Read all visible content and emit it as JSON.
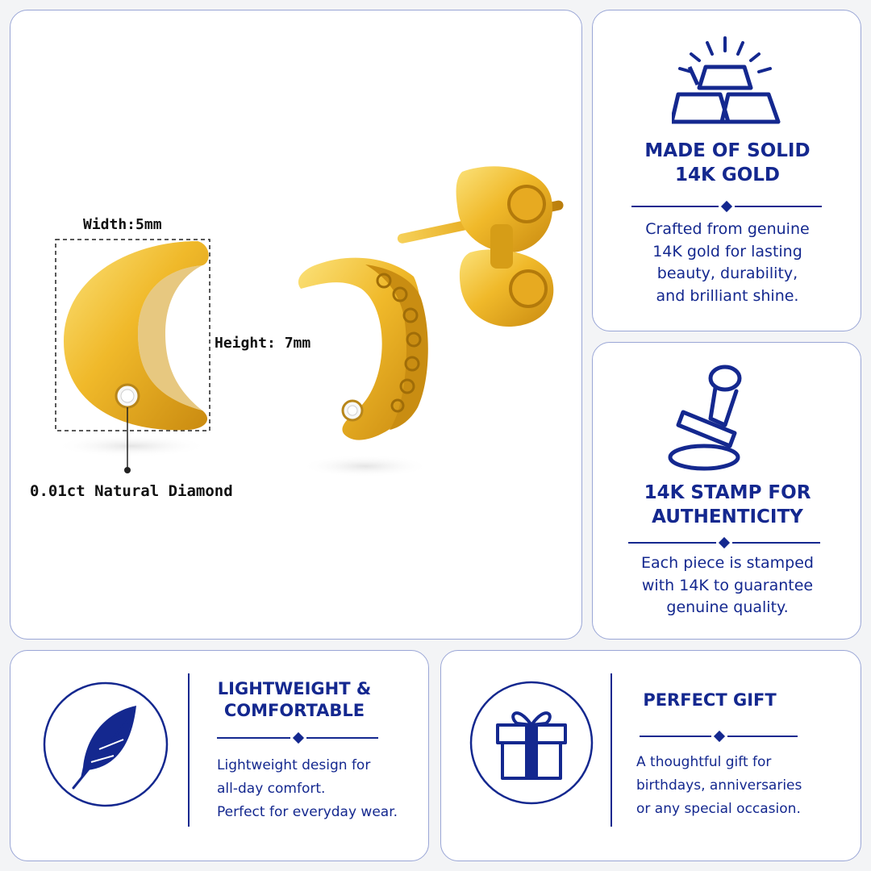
{
  "colors": {
    "navy": "#14288f",
    "gold": "#e2a91f",
    "border": "#9aa6d6"
  },
  "product": {
    "width_label": "Width:5mm",
    "height_label": "Height: 7mm",
    "diamond_label": "0.01ct Natural Diamond"
  },
  "features": {
    "gold": {
      "icon": "gold-bars-icon",
      "title_line1": "MADE OF SOLID",
      "title_line2": "14K GOLD",
      "desc_lines": [
        "Crafted from genuine",
        "14K gold for lasting",
        "beauty, durability,",
        "and brilliant shine."
      ]
    },
    "stamp": {
      "icon": "stamp-icon",
      "title_line1": "14K STAMP FOR",
      "title_line2": "AUTHENTICITY",
      "desc_lines": [
        "Each piece is stamped",
        "with 14K to guarantee",
        "genuine quality."
      ]
    },
    "lightweight": {
      "icon": "feather-icon",
      "title_line1": "LIGHTWEIGHT &",
      "title_line2": "COMFORTABLE",
      "desc_lines": [
        "Lightweight design for",
        "all-day comfort.",
        "Perfect for everyday wear."
      ]
    },
    "gift": {
      "icon": "gift-icon",
      "title_line1": "PERFECT GIFT",
      "desc_lines": [
        "A thoughtful gift for",
        "birthdays, anniversaries",
        "or any special occasion."
      ]
    }
  }
}
